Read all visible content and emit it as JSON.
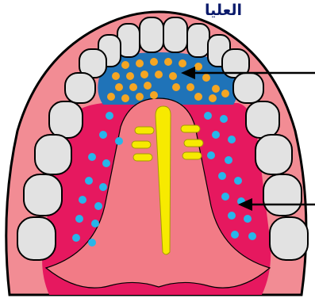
{
  "title": "العليا",
  "colors": {
    "outline": "#000000",
    "tooth_fill": "#e2e2e2",
    "gum_outer": "#f28c94",
    "mucosa_magenta": "#e6185f",
    "palate_pink": "#f27b86",
    "blue_zone": "#1f73b8",
    "orange_dots": "#f5a623",
    "cyan_dots": "#27b6ea",
    "rugae_yellow": "#f7ea00"
  },
  "pointers": [
    {
      "name": "pointer-arrow-upper",
      "target": "anterior-blue-zone"
    },
    {
      "name": "pointer-arrow-lower",
      "target": "lateral-magenta-zone"
    }
  ]
}
